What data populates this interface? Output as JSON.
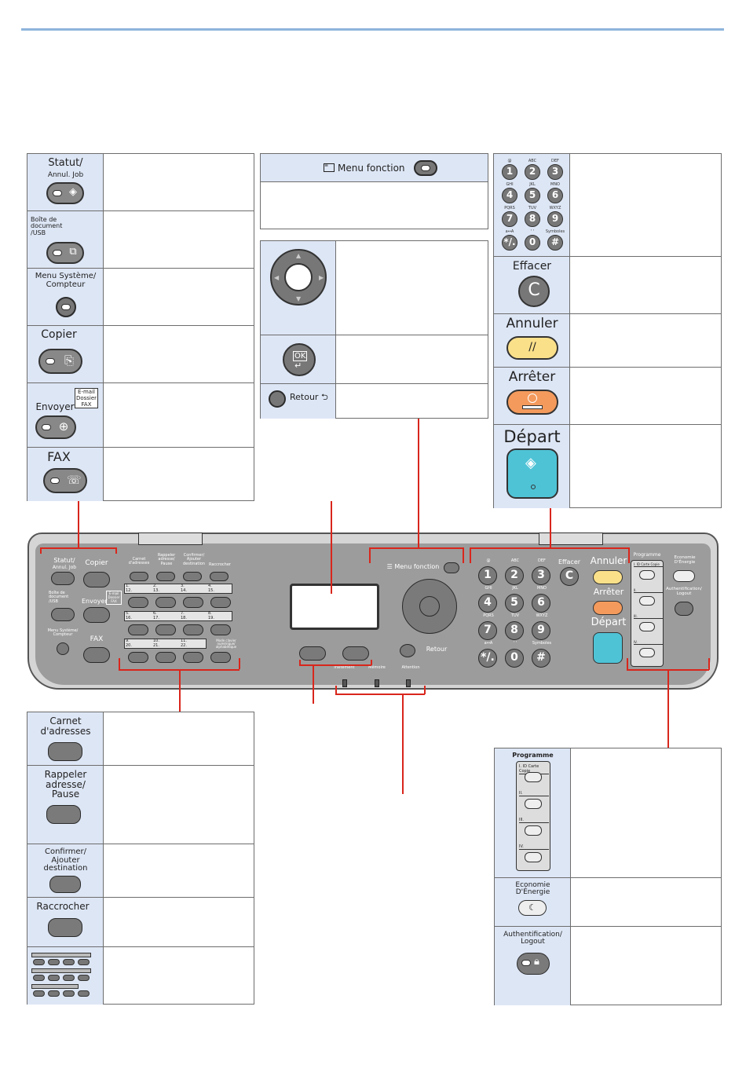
{
  "left_top_table": {
    "statut": {
      "line1": "Statut/",
      "line2": "Annul. Job"
    },
    "boite": {
      "line1": "Boîte de",
      "line2": "document",
      "line3": "/USB"
    },
    "menu_sys": {
      "line1": "Menu Système/",
      "line2": "Compteur"
    },
    "copier": "Copier",
    "envoyer": "Envoyer",
    "envoyer_tags": {
      "line1": "E-mail",
      "line2": "Dossier",
      "line3": "FAX"
    },
    "fax": "FAX"
  },
  "center_top_table": {
    "menu_fonction": "Menu fonction",
    "ok": "OK",
    "retour": "Retour"
  },
  "right_top_table": {
    "keypad": [
      {
        "sub": "@",
        "num": "1"
      },
      {
        "sub": "ABC",
        "num": "2"
      },
      {
        "sub": "DEF",
        "num": "3"
      },
      {
        "sub": "GHI",
        "num": "4"
      },
      {
        "sub": "JKL",
        "num": "5"
      },
      {
        "sub": "MNO",
        "num": "6"
      },
      {
        "sub": "PQRS",
        "num": "7"
      },
      {
        "sub": "TUV",
        "num": "8"
      },
      {
        "sub": "WXYZ",
        "num": "9"
      },
      {
        "sub": "a↔A",
        "num": "*/."
      },
      {
        "sub": "' ' ",
        "num": "0"
      },
      {
        "sub": "Symboles",
        "num": "#"
      }
    ],
    "effacer": "Effacer",
    "effacer_key": "C",
    "annuler": "Annuler",
    "arreter": "Arrêter",
    "depart": "Départ"
  },
  "panel": {
    "statut": {
      "line1": "Statut/",
      "line2": "Annul. Job"
    },
    "copier": "Copier",
    "boite": {
      "line1": "Boîte de",
      "line2": "document",
      "line3": "/USB"
    },
    "envoyer": "Envoyer",
    "envoyer_tags": {
      "line1": "E-mail",
      "line2": "Dossier",
      "line3": "FAX"
    },
    "menu_sys": {
      "line1": "Menu Système/",
      "line2": "Compteur"
    },
    "fax": "FAX",
    "carnet": {
      "line1": "Carnet",
      "line2": "d'adresses"
    },
    "rappeler": {
      "line1": "Rappeler",
      "line2": "adresse/",
      "line3": "Pause"
    },
    "confirmer": {
      "line1": "Confirmer/",
      "line2": "Ajouter",
      "line3": "destination"
    },
    "raccrocher": "Raccrocher",
    "one_touch_row1": [
      "1.",
      "2.",
      "3.",
      "4."
    ],
    "one_touch_row2": [
      "5.",
      "6.",
      "7.",
      "8."
    ],
    "one_touch_row3": [
      "9.",
      "10.",
      "11."
    ],
    "one_touch_sub1": [
      "12.",
      "13.",
      "14.",
      "15."
    ],
    "one_touch_sub2": [
      "16.",
      "17.",
      "18.",
      "19."
    ],
    "one_touch_sub3": [
      "20.",
      "21.",
      "22."
    ],
    "mode_clavier": "Mode clavier numérique/ alphabétique",
    "menu_fonction": "Menu fonction",
    "retour": "Retour",
    "traitement": "Traitement",
    "memoire": "Mémoire",
    "attention": "Attention",
    "effacer": "Effacer",
    "annuler": "Annuler",
    "arreter": "Arrêter",
    "depart": "Départ",
    "programme": "Programme",
    "prog_items": [
      "I. ID Carte Copie",
      "II.",
      "III.",
      "IV."
    ],
    "economie": {
      "line1": "Economie",
      "line2": "D'Énergie"
    },
    "auth": {
      "line1": "Authentification/",
      "line2": "Logout"
    }
  },
  "left_bottom_table": {
    "carnet": {
      "line1": "Carnet",
      "line2": "d'adresses"
    },
    "rappeler": {
      "line1": "Rappeler",
      "line2": "adresse/",
      "line3": "Pause"
    },
    "confirmer": {
      "line1": "Confirmer/",
      "line2": "Ajouter",
      "line3": "destination"
    },
    "raccrocher": "Raccrocher"
  },
  "right_bottom_table": {
    "programme": "Programme",
    "prog_items": [
      "I. ID Carte Copie",
      "II.",
      "III.",
      "IV."
    ],
    "economie": {
      "line1": "Economie",
      "line2": "D'Énergie"
    },
    "auth": {
      "line1": "Authentification/",
      "line2": "Logout"
    }
  },
  "colors": {
    "accent_line": "#8eb4dc",
    "cell_bg": "#dde6f5",
    "leader": "#d9261c",
    "annuler": "#fbe08a",
    "arreter": "#f39a5c",
    "depart": "#4fc3d6"
  }
}
